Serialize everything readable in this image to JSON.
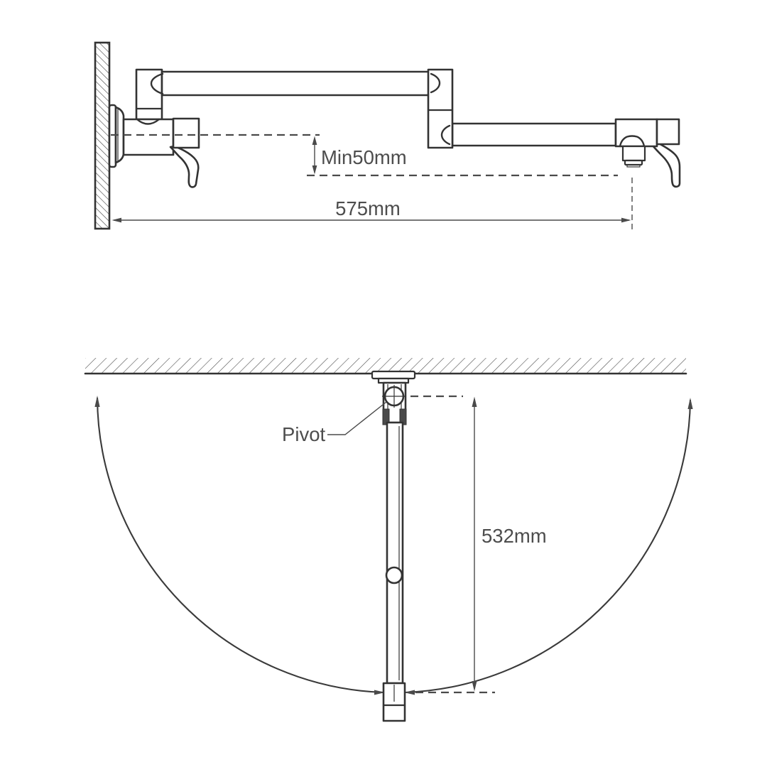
{
  "colors": {
    "background": "#ffffff",
    "outline": "#333333",
    "dimension": "#4a4a4a",
    "text": "#4d4d4d"
  },
  "side_view": {
    "dim_min_clearance": "Min50mm",
    "dim_wall_to_spout": "575mm"
  },
  "plan_view": {
    "pivot_label": "Pivot",
    "dim_swing_radius": "532mm"
  }
}
